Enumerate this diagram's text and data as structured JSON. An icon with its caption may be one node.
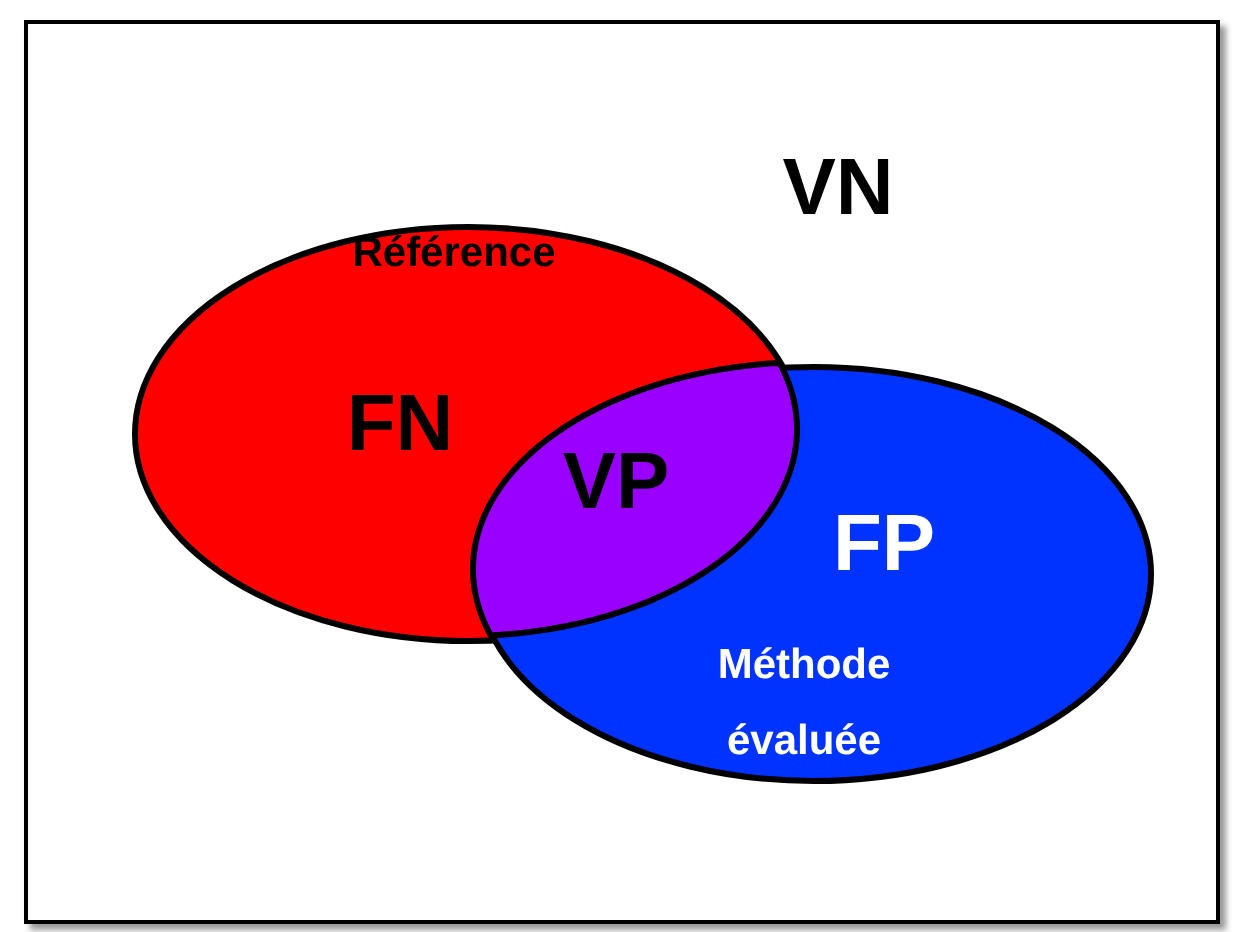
{
  "diagram": {
    "nodes": [
      {
        "text": [
          "VN"
        ]
      },
      {
        "text": [
          "Référence",
          "FN"
        ],
        "in": 0
      },
      {
        "text": [
          "FP",
          "Méthode évaluée"
        ],
        "in": 0
      },
      {
        "text": [
          "VP"
        ]
      }
    ]
  }
}
